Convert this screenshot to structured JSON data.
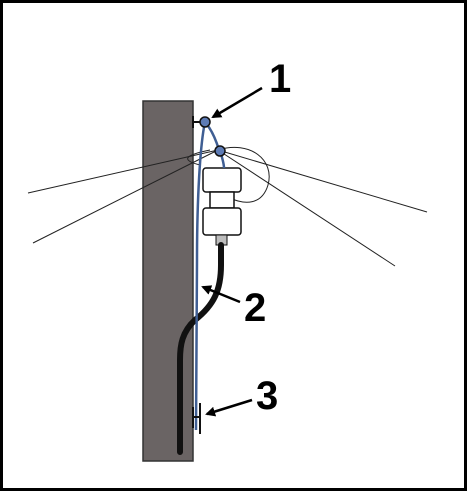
{
  "diagram": {
    "callouts": [
      {
        "id": 1,
        "label": "1"
      },
      {
        "id": 2,
        "label": "2"
      },
      {
        "id": 3,
        "label": "3"
      }
    ],
    "colors": {
      "pole": "#6a6464",
      "wire": "#3f5e93",
      "cable": "#111111",
      "lines": "#222222",
      "frame": "#000000"
    }
  }
}
